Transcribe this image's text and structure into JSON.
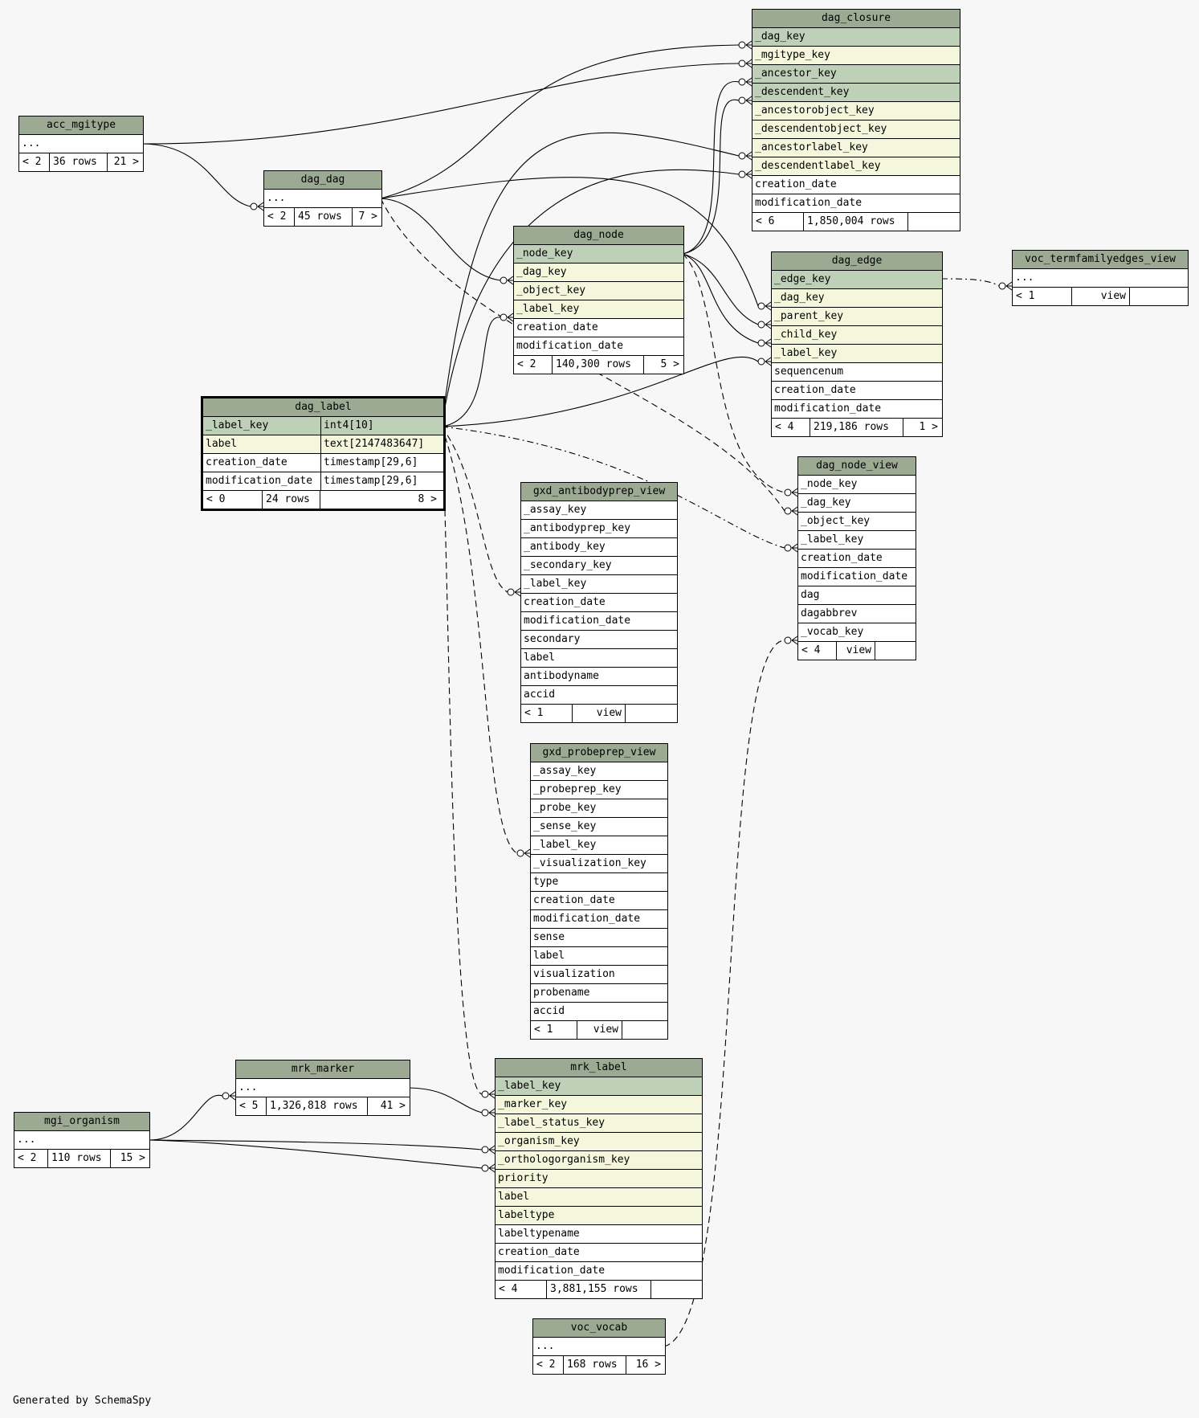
{
  "footer_text": "Generated by SchemaSpy",
  "tables": {
    "dag_closure": {
      "name": "dag_closure",
      "columns": [
        {
          "name": "_dag_key",
          "kind": "pk"
        },
        {
          "name": "_mgitype_key",
          "kind": "fk"
        },
        {
          "name": "_ancestor_key",
          "kind": "pk"
        },
        {
          "name": "_descendent_key",
          "kind": "pk"
        },
        {
          "name": "_ancestorobject_key",
          "kind": "fk"
        },
        {
          "name": "_descendentobject_key",
          "kind": "fk"
        },
        {
          "name": "_ancestorlabel_key",
          "kind": "fk"
        },
        {
          "name": "_descendentlabel_key",
          "kind": "fk"
        },
        {
          "name": "creation_date",
          "kind": ""
        },
        {
          "name": "modification_date",
          "kind": ""
        }
      ],
      "footer": [
        "< 6",
        "1,850,004 rows",
        ""
      ]
    },
    "acc_mgitype": {
      "name": "acc_mgitype",
      "columns": [
        {
          "name": "...",
          "kind": ""
        }
      ],
      "footer": [
        "< 2",
        "36 rows",
        "21 >"
      ]
    },
    "dag_dag": {
      "name": "dag_dag",
      "columns": [
        {
          "name": "...",
          "kind": ""
        }
      ],
      "footer": [
        "< 2",
        "45 rows",
        "7 >"
      ]
    },
    "dag_node": {
      "name": "dag_node",
      "columns": [
        {
          "name": "_node_key",
          "kind": "pk"
        },
        {
          "name": "_dag_key",
          "kind": "fk"
        },
        {
          "name": "_object_key",
          "kind": "fk"
        },
        {
          "name": "_label_key",
          "kind": "fk"
        },
        {
          "name": "creation_date",
          "kind": ""
        },
        {
          "name": "modification_date",
          "kind": ""
        }
      ],
      "footer": [
        "< 2",
        "140,300 rows",
        "5 >"
      ]
    },
    "dag_edge": {
      "name": "dag_edge",
      "columns": [
        {
          "name": "_edge_key",
          "kind": "pk"
        },
        {
          "name": "_dag_key",
          "kind": "fk"
        },
        {
          "name": "_parent_key",
          "kind": "fk"
        },
        {
          "name": "_child_key",
          "kind": "fk"
        },
        {
          "name": "_label_key",
          "kind": "fk"
        },
        {
          "name": "sequencenum",
          "kind": ""
        },
        {
          "name": "creation_date",
          "kind": ""
        },
        {
          "name": "modification_date",
          "kind": ""
        }
      ],
      "footer": [
        "< 4",
        "219,186 rows",
        "1 >"
      ]
    },
    "voc_termfamilyedges_view": {
      "name": "voc_termfamilyedges_view",
      "columns": [
        {
          "name": "...",
          "kind": ""
        }
      ],
      "footer": [
        "< 1",
        "view",
        ""
      ]
    },
    "dag_label": {
      "name": "dag_label",
      "columns": [
        {
          "name": "_label_key",
          "type": "int4[10]",
          "kind": "pk"
        },
        {
          "name": "label",
          "type": "text[2147483647]",
          "kind": "fk"
        },
        {
          "name": "creation_date",
          "type": "timestamp[29,6]",
          "kind": ""
        },
        {
          "name": "modification_date",
          "type": "timestamp[29,6]",
          "kind": ""
        }
      ],
      "footer": [
        "< 0",
        "24 rows",
        "8 >"
      ]
    },
    "dag_node_view": {
      "name": "dag_node_view",
      "columns": [
        {
          "name": "_node_key",
          "kind": ""
        },
        {
          "name": "_dag_key",
          "kind": ""
        },
        {
          "name": "_object_key",
          "kind": ""
        },
        {
          "name": "_label_key",
          "kind": ""
        },
        {
          "name": "creation_date",
          "kind": ""
        },
        {
          "name": "modification_date",
          "kind": ""
        },
        {
          "name": "dag",
          "kind": ""
        },
        {
          "name": "dagabbrev",
          "kind": ""
        },
        {
          "name": "_vocab_key",
          "kind": ""
        }
      ],
      "footer": [
        "< 4",
        "view",
        ""
      ]
    },
    "gxd_antibodyprep_view": {
      "name": "gxd_antibodyprep_view",
      "columns": [
        {
          "name": "_assay_key",
          "kind": ""
        },
        {
          "name": "_antibodyprep_key",
          "kind": ""
        },
        {
          "name": "_antibody_key",
          "kind": ""
        },
        {
          "name": "_secondary_key",
          "kind": ""
        },
        {
          "name": "_label_key",
          "kind": ""
        },
        {
          "name": "creation_date",
          "kind": ""
        },
        {
          "name": "modification_date",
          "kind": ""
        },
        {
          "name": "secondary",
          "kind": ""
        },
        {
          "name": "label",
          "kind": ""
        },
        {
          "name": "antibodyname",
          "kind": ""
        },
        {
          "name": "accid",
          "kind": ""
        }
      ],
      "footer": [
        "< 1",
        "view",
        ""
      ]
    },
    "gxd_probeprep_view": {
      "name": "gxd_probeprep_view",
      "columns": [
        {
          "name": "_assay_key",
          "kind": ""
        },
        {
          "name": "_probeprep_key",
          "kind": ""
        },
        {
          "name": "_probe_key",
          "kind": ""
        },
        {
          "name": "_sense_key",
          "kind": ""
        },
        {
          "name": "_label_key",
          "kind": ""
        },
        {
          "name": "_visualization_key",
          "kind": ""
        },
        {
          "name": "type",
          "kind": ""
        },
        {
          "name": "creation_date",
          "kind": ""
        },
        {
          "name": "modification_date",
          "kind": ""
        },
        {
          "name": "sense",
          "kind": ""
        },
        {
          "name": "label",
          "kind": ""
        },
        {
          "name": "visualization",
          "kind": ""
        },
        {
          "name": "probename",
          "kind": ""
        },
        {
          "name": "accid",
          "kind": ""
        }
      ],
      "footer": [
        "< 1",
        "view",
        ""
      ]
    },
    "mrk_marker": {
      "name": "mrk_marker",
      "columns": [
        {
          "name": "...",
          "kind": ""
        }
      ],
      "footer": [
        "< 5",
        "1,326,818 rows",
        "41 >"
      ]
    },
    "mgi_organism": {
      "name": "mgi_organism",
      "columns": [
        {
          "name": "...",
          "kind": ""
        }
      ],
      "footer": [
        "< 2",
        "110 rows",
        "15 >"
      ]
    },
    "mrk_label": {
      "name": "mrk_label",
      "columns": [
        {
          "name": "_label_key",
          "kind": "pk"
        },
        {
          "name": "_marker_key",
          "kind": "fk"
        },
        {
          "name": "_label_status_key",
          "kind": "fk"
        },
        {
          "name": "_organism_key",
          "kind": "fk"
        },
        {
          "name": "_orthologorganism_key",
          "kind": "fk"
        },
        {
          "name": "priority",
          "kind": "fk"
        },
        {
          "name": "label",
          "kind": "fk"
        },
        {
          "name": "labeltype",
          "kind": "fk"
        },
        {
          "name": "labeltypename",
          "kind": ""
        },
        {
          "name": "creation_date",
          "kind": ""
        },
        {
          "name": "modification_date",
          "kind": ""
        }
      ],
      "footer": [
        "< 4",
        "3,881,155 rows",
        ""
      ]
    },
    "voc_vocab": {
      "name": "voc_vocab",
      "columns": [
        {
          "name": "...",
          "kind": ""
        }
      ],
      "footer": [
        "< 2",
        "168 rows",
        "16 >"
      ]
    }
  }
}
